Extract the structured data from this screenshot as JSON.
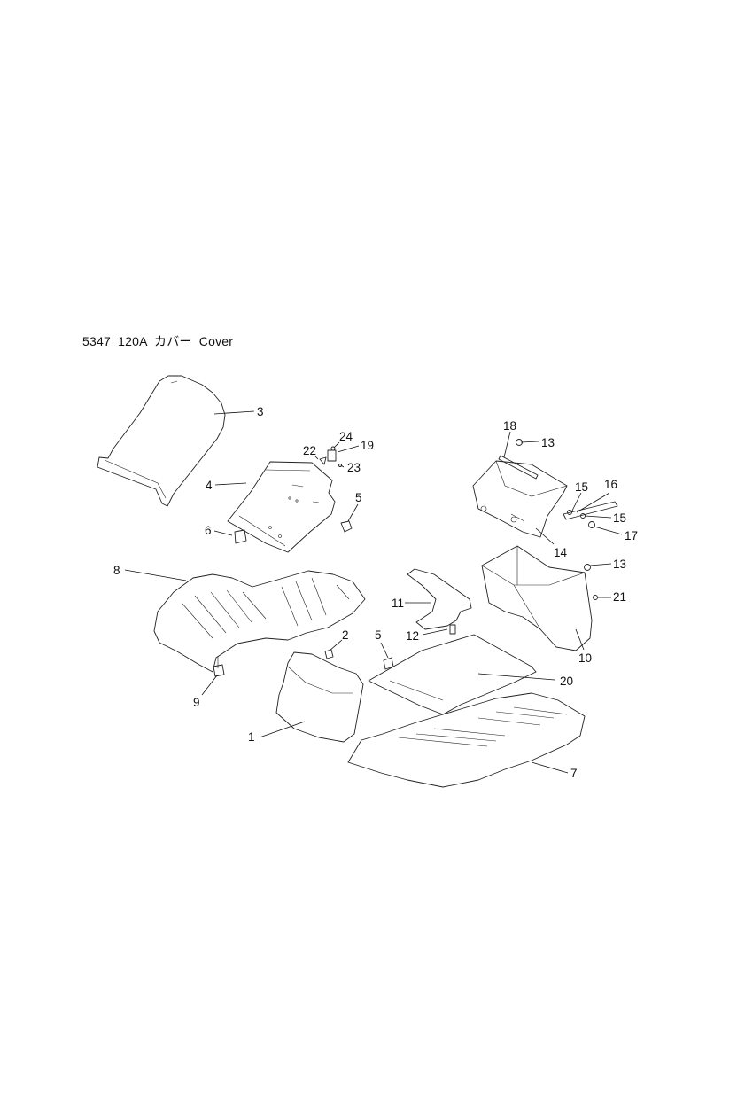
{
  "title": "5347  120A  カバー  Cover",
  "callouts": [
    {
      "id": "1",
      "label": "1"
    },
    {
      "id": "2",
      "label": "2"
    },
    {
      "id": "3",
      "label": "3"
    },
    {
      "id": "4",
      "label": "4"
    },
    {
      "id": "5a",
      "label": "5"
    },
    {
      "id": "5b",
      "label": "5"
    },
    {
      "id": "6",
      "label": "6"
    },
    {
      "id": "7",
      "label": "7"
    },
    {
      "id": "8",
      "label": "8"
    },
    {
      "id": "9",
      "label": "9"
    },
    {
      "id": "10",
      "label": "10"
    },
    {
      "id": "11",
      "label": "11"
    },
    {
      "id": "12",
      "label": "12"
    },
    {
      "id": "13a",
      "label": "13"
    },
    {
      "id": "13b",
      "label": "13"
    },
    {
      "id": "14",
      "label": "14"
    },
    {
      "id": "15a",
      "label": "15"
    },
    {
      "id": "15b",
      "label": "15"
    },
    {
      "id": "16",
      "label": "16"
    },
    {
      "id": "17",
      "label": "17"
    },
    {
      "id": "18",
      "label": "18"
    },
    {
      "id": "19",
      "label": "19"
    },
    {
      "id": "20",
      "label": "20"
    },
    {
      "id": "21",
      "label": "21"
    },
    {
      "id": "22",
      "label": "22"
    },
    {
      "id": "23",
      "label": "23"
    },
    {
      "id": "24",
      "label": "24"
    }
  ]
}
